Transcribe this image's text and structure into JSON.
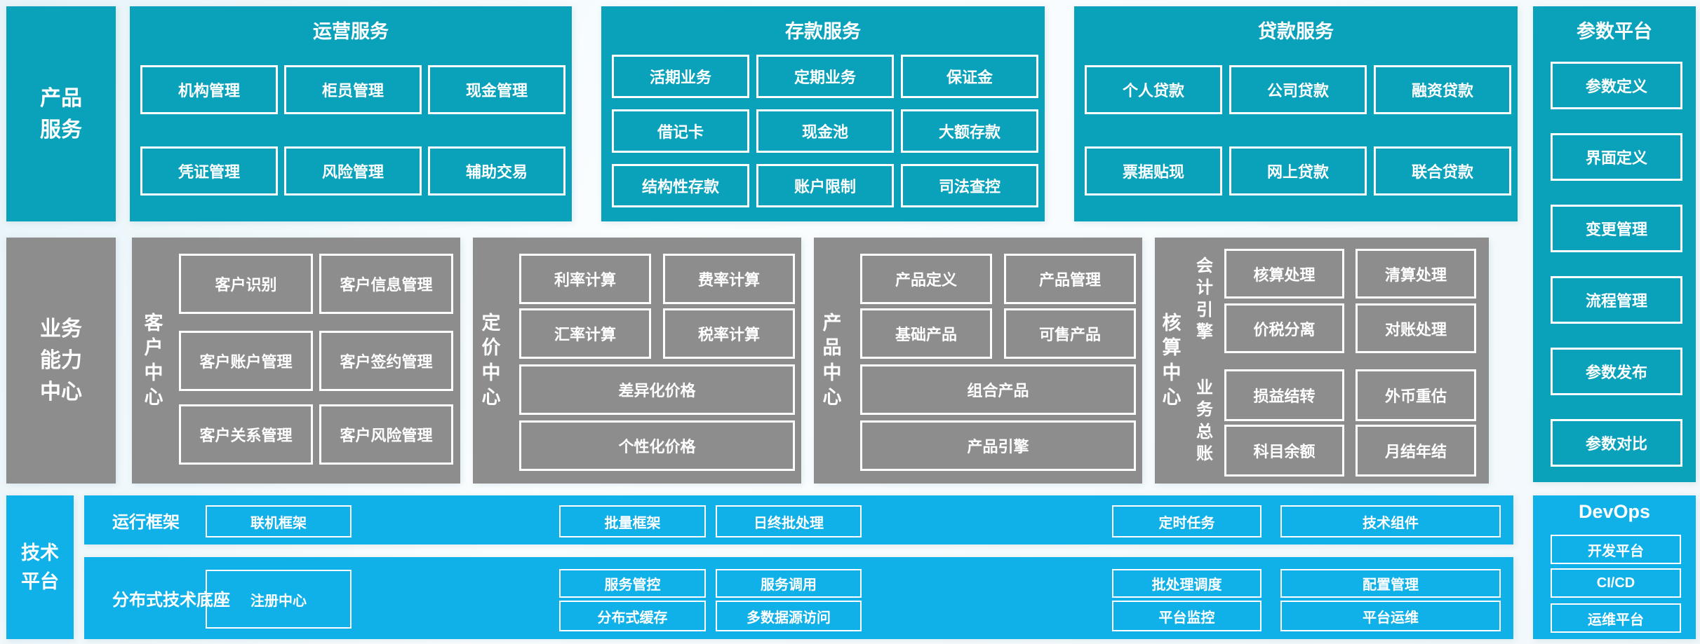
{
  "colors": {
    "teal": "#0aa2ba",
    "gray": "#8d8d8d",
    "blue": "#10b0e8",
    "text": "#ffffff",
    "box_border": "#ffffff"
  },
  "left_labels": {
    "product_services": "产品\n服务",
    "business_capability": "业务\n能力\n中心",
    "technology_platform": "技术\n平台"
  },
  "top_panels": {
    "operation": {
      "title": "运营服务",
      "items": [
        "机构管理",
        "柜员管理",
        "现金管理",
        "凭证管理",
        "风险管理",
        "辅助交易"
      ]
    },
    "deposit": {
      "title": "存款服务",
      "items": [
        "活期业务",
        "定期业务",
        "保证金",
        "借记卡",
        "现金池",
        "大额存款",
        "结构性存款",
        "账户限制",
        "司法查控"
      ]
    },
    "loan": {
      "title": "贷款服务",
      "items": [
        "个人贷款",
        "公司贷款",
        "融资贷款",
        "票据贴现",
        "网上贷款",
        "联合贷款"
      ]
    }
  },
  "parameter_platform": {
    "title": "参数平台",
    "items": [
      "参数定义",
      "界面定义",
      "变更管理",
      "流程管理",
      "参数发布",
      "参数对比"
    ]
  },
  "capability_centers": {
    "customer": {
      "label": "客户中心",
      "items": [
        "客户识别",
        "客户信息管理",
        "客户账户管理",
        "客户签约管理",
        "客户关系管理",
        "客户风险管理"
      ]
    },
    "pricing": {
      "label": "定价中心",
      "items": [
        "利率计算",
        "费率计算",
        "汇率计算",
        "税率计算"
      ],
      "wide_items": [
        "差异化价格",
        "个性化价格"
      ]
    },
    "product": {
      "label": "产品中心",
      "items": [
        "产品定义",
        "产品管理",
        "基础产品",
        "可售产品"
      ],
      "wide_items": [
        "组合产品",
        "产品引擎"
      ]
    },
    "accounting": {
      "label": "核算中心",
      "groups": {
        "engine": {
          "label": "会计引擎",
          "items": [
            "核算处理",
            "清算处理",
            "价税分离",
            "对账处理"
          ]
        },
        "ledger": {
          "label": "业务总账",
          "items": [
            "损益结转",
            "外币重估",
            "科目余额",
            "月结年结"
          ]
        }
      }
    }
  },
  "runtime_framework": {
    "label": "运行框架",
    "items": [
      "联机框架",
      "批量框架",
      "日终批处理",
      "定时任务",
      "技术组件"
    ]
  },
  "distributed_base": {
    "label": "分布式技术底座",
    "registry": "注册中心",
    "items": [
      "服务管控",
      "服务调用",
      "批处理调度",
      "配置管理",
      "分布式缓存",
      "多数据源访问",
      "平台监控",
      "平台运维"
    ]
  },
  "devops": {
    "title": "DevOps",
    "items": [
      "开发平台",
      "CI/CD",
      "运维平台"
    ]
  }
}
